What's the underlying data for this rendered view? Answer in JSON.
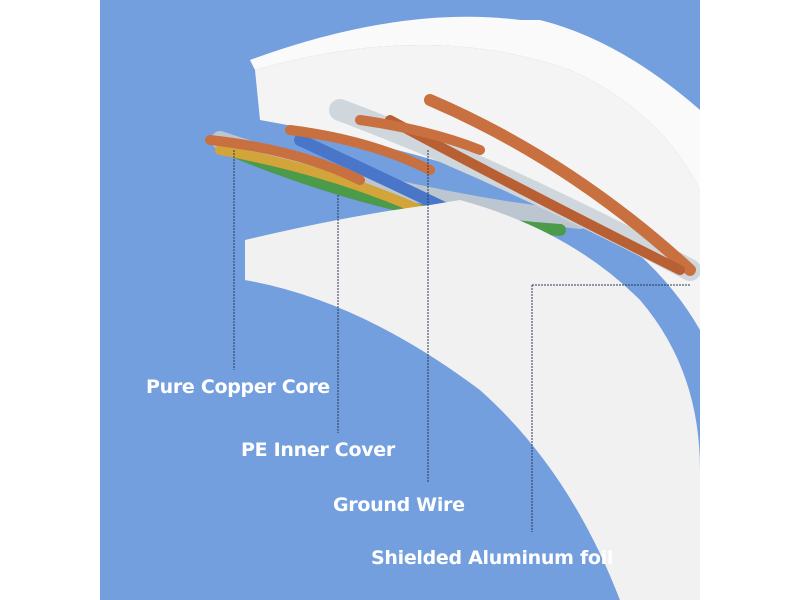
{
  "labels": {
    "copper_core": "Pure Copper Core",
    "inner_cover": "PE Inner Cover",
    "ground_wire": "Ground Wire",
    "aluminum_foil": "Shielded Aluminum foil"
  },
  "colors": {
    "background": "#739fdf",
    "cable": "#f2f2f2",
    "copper": "#c8703f"
  }
}
